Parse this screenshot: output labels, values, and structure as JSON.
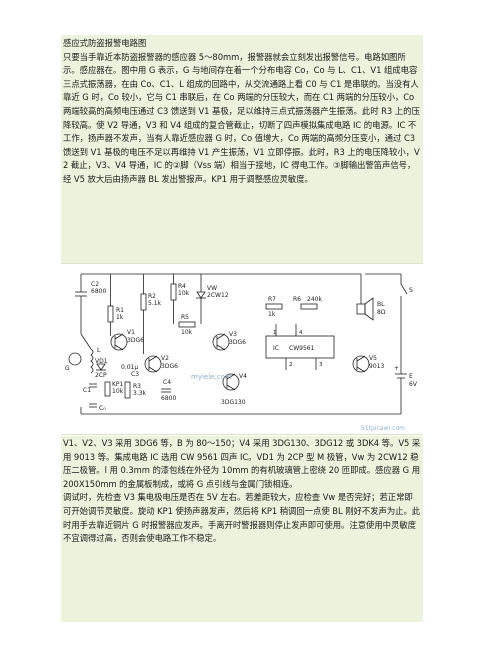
{
  "title": "感应式防盗报警电路图",
  "intro": "只要当手靠近本防盗报警器的感应器 5～80mm，报警器就会立刻发出报警信号。电路如图所示。感应器在。图中用 G 表示，G 与地间存在着一个分布电容 Co，Co 与 L、C1、V1 组成电容三点式振荡器，在由 Co、C1、L 组成的回路中，从交流通路上看 C0 与 C1 是串联的。当没有人靠近 G 时，Co 较小，它与 C1 串联后，在 Co 两端的分压较大，而在 C1 两端的分压较小，Co 两端较高的高频电压通过 C3 馈送到 V1 基极，足以维持三点式振荡器产生振荡。此时 R3 上的压降较高。使 V2 导通，V3 和 V4 组成的复合管截止，切断了四声模拟集成电路 IC 的电源。IC 不工作，扬声器不发声，当有人靠近感应器 G 时，Co 值增大，Co 两端的高频分压变小，通过 C3 馈送到 V1 基极的电压不足以再维持 V1 产生振荡，V1 立即停振。此时，R3 上的电压降较小，V2 截止，V3、V4 导通，IC 的②脚（Vss 端）相当于接地，IC 得电工作。③脚输出警笛声信号，经 V5 放大后由扬声器 BL 发出警报声。KP1 用于调整感应灵敏度。",
  "parts": "V1、V2、V3 采用 3DG6 等，B 为 80～150；V4 采用 3DG130、3DG12 或 3DK4 等。V5 采用 9013 等。集成电路 IC 选用 CW 9561 四声 IC。VD1 为 2CP 型 M 极管，Vw 为 2CW12 稳压二极管。l 用 0.3mm 的漆包线在外径为 10mm 的有机玻璃管上密绕 20 匝即成。感应器 G 用 200X150mm 的金属板制成，或将 G 点引线与金属门锁相连。",
  "debug": "调试时，先检查 V3 集电极电压是否在 5V 左右。若差距较大，应检查 Vw 是否完好；若正常即可开始调节灵敏度。旋动 KP1 使扬声器发声，然后将 KP1 稍调回一点使 BL 刚好不发声为止。此时用手去靠近铜片 G 时报警器应发声。手离开时警报器则停止发声即可使用。注意使用中灵敏度不宜调得过高，否则会使电路工作不稳定。",
  "diagram": {
    "labels": {
      "c2": "C2",
      "c2v": "6800",
      "r1": "R1",
      "r1v": "1k",
      "r2": "R2",
      "r2v": "5.1k",
      "r4": "R4",
      "r4v": "10k",
      "vw": "VW",
      "vwv": "2CW12",
      "r5": "R5",
      "r5v": "10k",
      "r7": "R7",
      "r7v": "1k",
      "r6": "R6",
      "r6v": "240k",
      "bl": "BL",
      "blv": "8Ω",
      "c1": "C1",
      "c0": "C₀",
      "v1": "V1",
      "v1v": "3DG6",
      "v2": "V2",
      "v2v": "3DG6",
      "v3": "V3",
      "v3v": "3DG6",
      "v4": "V4",
      "v4v": "3DG130",
      "v5": "V5",
      "v5v": "9013",
      "vd1": "VD1",
      "vd1v": "2CP",
      "kp1": "KP1",
      "kp1v": "10k",
      "c3": "C3",
      "c3v": "0.01μ",
      "r3": "R3",
      "r3v": "3.3k",
      "c4": "C4",
      "c4v": "6800",
      "ic": "IC",
      "icv": "CW9561",
      "l": "L",
      "g": "G",
      "s": "S",
      "e": "E",
      "ev": "6V",
      "pin1": "1",
      "pin2": "2",
      "pin3": "3",
      "pin4": "4",
      "plus": "+"
    },
    "watermark": "mylele.com",
    "watermark2": "51tpicawr.com"
  }
}
